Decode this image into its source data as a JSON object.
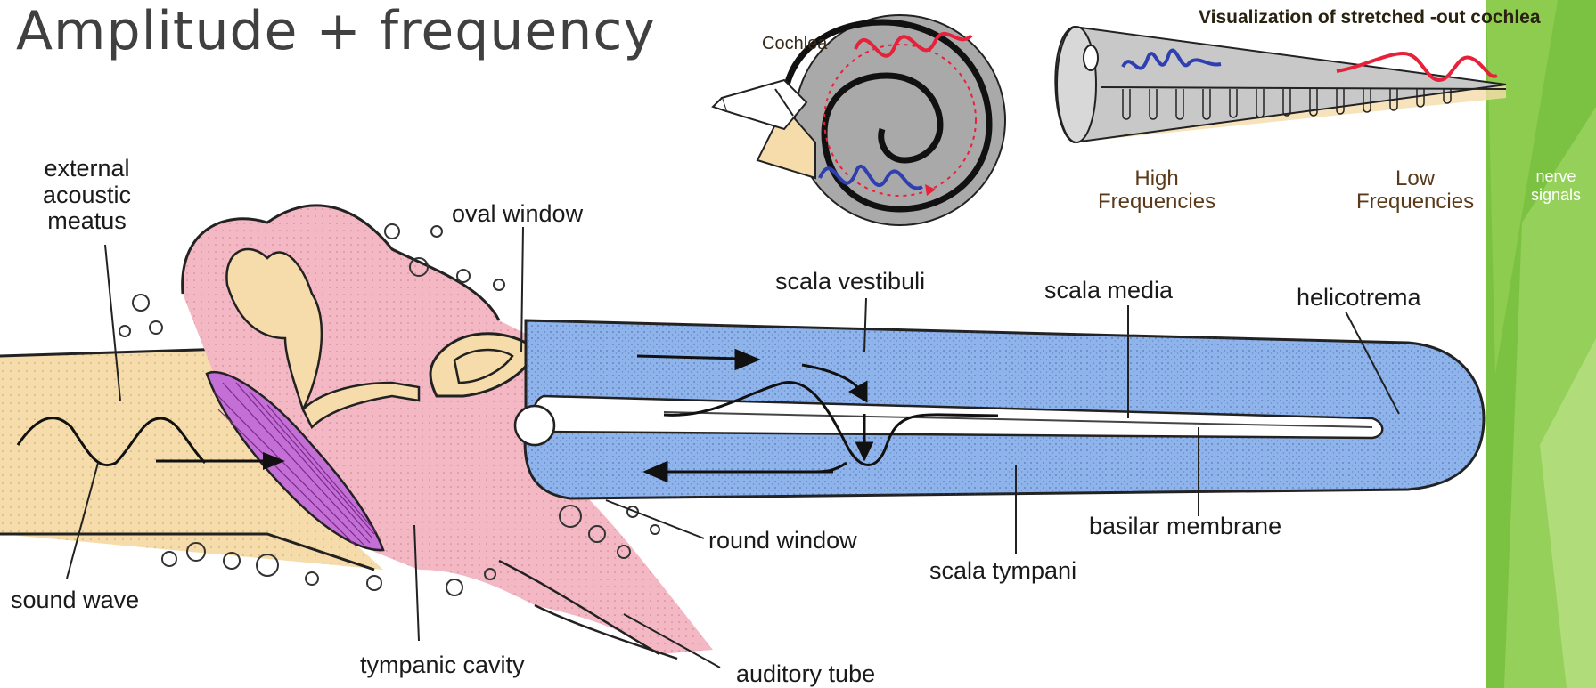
{
  "slide": {
    "title": "Amplitude + frequency"
  },
  "inset_cochlea": {
    "label": "Cochlea"
  },
  "inset_stretched": {
    "title": "Visualization of stretched -out  cochlea",
    "high_label": "High\nFrequencies",
    "low_label": "Low\nFrequencies",
    "nerve_label": "nerve\nsignals"
  },
  "diagram": {
    "labels": {
      "external_meatus": "external\nacoustic\nmeatus",
      "oval_window": "oval window",
      "scala_vestibuli": "scala vestibuli",
      "scala_media": "scala media",
      "helicotrema": "helicotrema",
      "round_window": "round window",
      "basilar_membrane": "basilar membrane",
      "scala_tympani": "scala tympani",
      "sound_wave": "sound wave",
      "tympanic_cavity": "tympanic cavity",
      "auditory_tube": "auditory tube"
    }
  },
  "colors": {
    "green_bar": "#7cc242",
    "canal_blue": "#8fb4ec",
    "tissue_pink": "#f3b8c4",
    "ossicle_tan": "#f5dcaa",
    "eardrum_purple": "#c46fd6",
    "wave_red": "#e8203a",
    "wave_blue": "#2f3fb0"
  }
}
